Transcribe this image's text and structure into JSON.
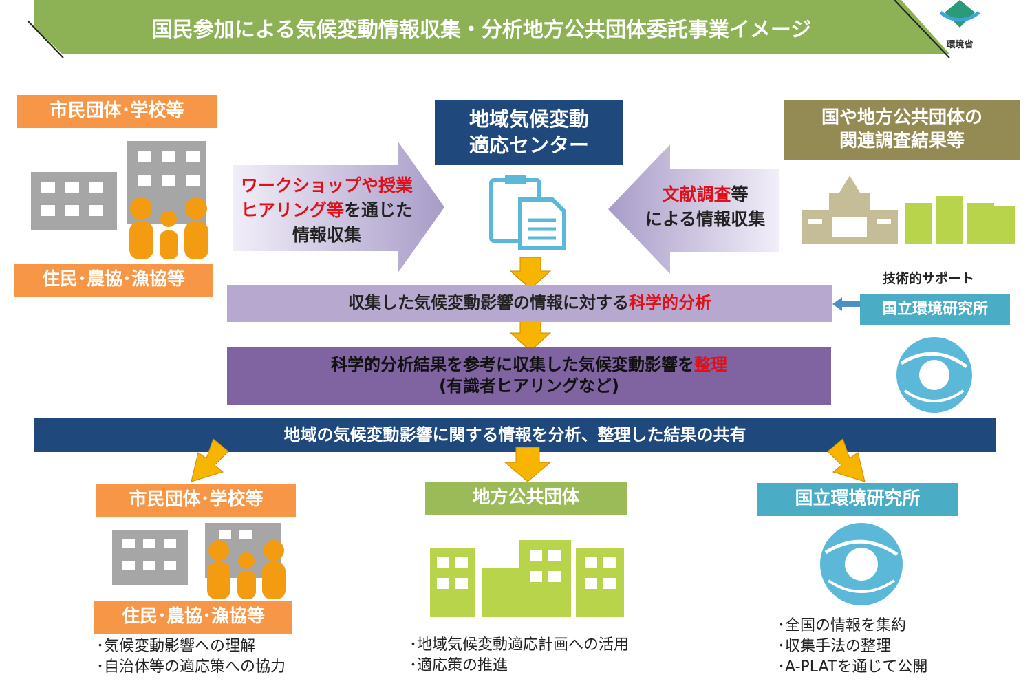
{
  "title": "国民参加による気候変動情報収集・分析地方公共団体委託事業イメージ",
  "logo": {
    "text": "環境省"
  },
  "colors": {
    "green": "#8db255",
    "orange": "#f79646",
    "navy": "#1f497d",
    "olive": "#948a54",
    "cyan": "#4bacc6",
    "purple": "#8064a2",
    "lavender": "#b7a8cf",
    "red": "#e0101a"
  },
  "left": {
    "top_label": "市民団体･学校等",
    "bottom_label": "住民･農協･漁協等"
  },
  "left_arrow": {
    "red_line1": "ワークショップや授業",
    "red_line2a": "ヒアリング等",
    "line2b": "を通じた",
    "line3": "情報収集"
  },
  "center": {
    "line1": "地域気候変動",
    "line2": "適応センター"
  },
  "right_arrow": {
    "red": "文献調査",
    "rest1": "等",
    "line2": "による情報収集"
  },
  "right": {
    "label_line1": "国や地方公共団体の",
    "label_line2": "関連調査結果等",
    "support": "技術的サポート",
    "nies": "国立環境研究所"
  },
  "bar1": {
    "text": "収集した気候変動影響の情報に対する",
    "red": "科学的分析"
  },
  "bar2": {
    "text": "科学的分析結果を参考に収集した気候変動影響を",
    "red": "整理",
    "line2": "(有識者ヒアリングなど)"
  },
  "share_bar": "地域の気候変動影響に関する情報を分析、整理した結果の共有",
  "bottom": [
    {
      "top_label": "市民団体･学校等",
      "bottom_label": "住民･農協･漁協等",
      "bullets": [
        "･気候変動影響への理解",
        "･自治体等の適応策への協力"
      ]
    },
    {
      "label": "地方公共団体",
      "bullets": [
        "･地域気候変動適応計画への活用",
        "･適応策の推進"
      ]
    },
    {
      "label": "国立環境研究所",
      "bullets": [
        "･全国の情報を集約",
        "･収集手法の整理",
        "･A-PLATを通じて公開"
      ]
    }
  ]
}
